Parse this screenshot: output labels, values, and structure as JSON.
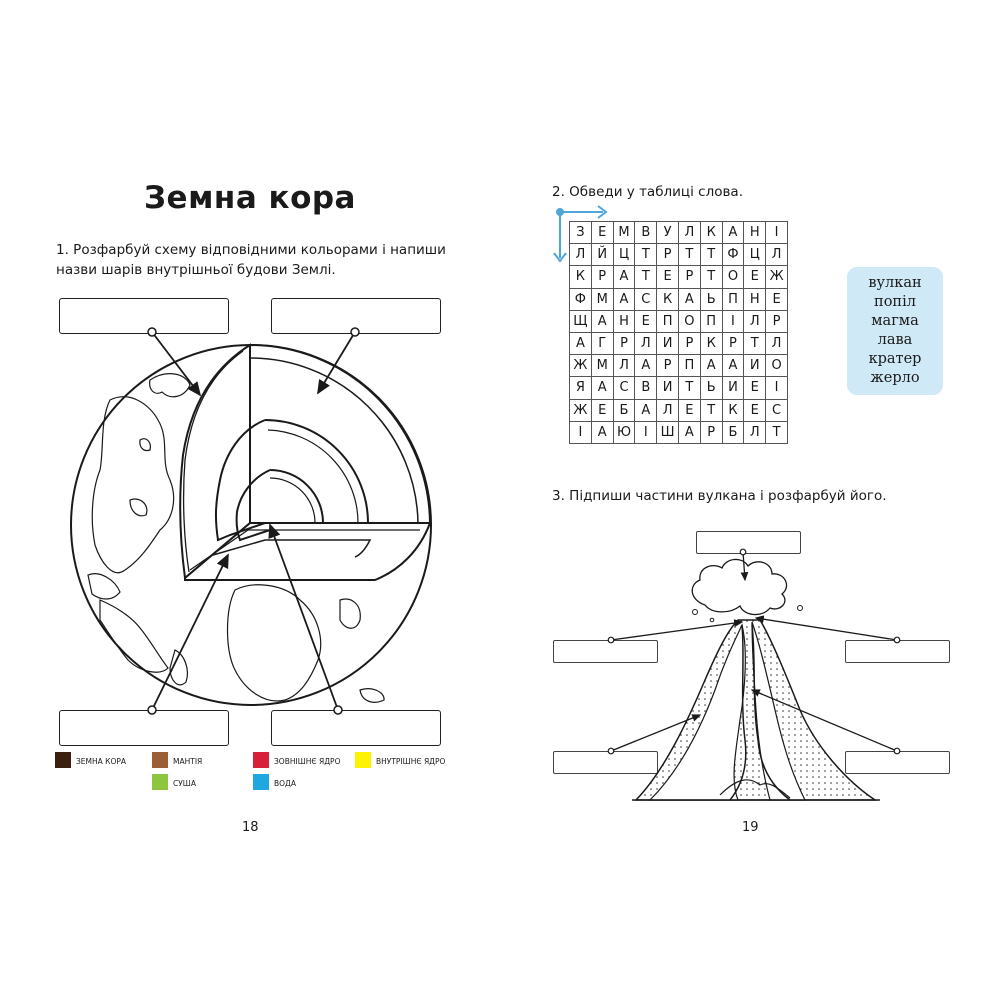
{
  "left_page": {
    "title": "Земна кора",
    "task1": "1. Розфарбуй схему відповідними кольорами і напиши назви шарів внутрішньої будови Землі.",
    "legend": [
      {
        "label": "земна кора",
        "color": "#3d1f10"
      },
      {
        "label": "мантія",
        "color": "#9a5e38"
      },
      {
        "label": "суша",
        "color": "#8bc63e"
      },
      {
        "label": "зовнішнє ядро",
        "color": "#d71f3a"
      },
      {
        "label": "вода",
        "color": "#1fa8e0"
      },
      {
        "label": "внутрішнє ядро",
        "color": "#fff200"
      }
    ],
    "page_number": "18"
  },
  "right_page": {
    "task2": "2. Обведи у таблиці слова.",
    "grid": [
      [
        "З",
        "Е",
        "М",
        "В",
        "У",
        "Л",
        "К",
        "А",
        "Н",
        "І"
      ],
      [
        "Л",
        "Й",
        "Ц",
        "Т",
        "Р",
        "Т",
        "Т",
        "Ф",
        "Ц",
        "Л"
      ],
      [
        "К",
        "Р",
        "А",
        "Т",
        "Е",
        "Р",
        "Т",
        "О",
        "Е",
        "Ж"
      ],
      [
        "Ф",
        "М",
        "А",
        "С",
        "К",
        "А",
        "Ь",
        "П",
        "Н",
        "Е"
      ],
      [
        "Щ",
        "А",
        "Н",
        "Е",
        "П",
        "О",
        "П",
        "І",
        "Л",
        "Р"
      ],
      [
        "А",
        "Г",
        "Р",
        "Л",
        "И",
        "Р",
        "К",
        "Р",
        "Т",
        "Л"
      ],
      [
        "Ж",
        "М",
        "Л",
        "А",
        "Р",
        "П",
        "А",
        "А",
        "И",
        "О"
      ],
      [
        "Я",
        "А",
        "С",
        "В",
        "И",
        "Т",
        "Ь",
        "И",
        "Е",
        "І"
      ],
      [
        "Ж",
        "Е",
        "Б",
        "А",
        "Л",
        "Е",
        "Т",
        "К",
        "Е",
        "С"
      ],
      [
        "І",
        "А",
        "Ю",
        "І",
        "Ш",
        "А",
        "Р",
        "Б",
        "Л",
        "Т"
      ]
    ],
    "words": [
      "вулкан",
      "попіл",
      "магма",
      "лава",
      "кратер",
      "жерло"
    ],
    "task3": "3. Підпиши частини вулкана і розфарбуй його.",
    "page_number": "19"
  },
  "colors": {
    "arrow": "#4fa6d8",
    "word_box": "#cfe9f6",
    "line": "#1a1a1a"
  }
}
